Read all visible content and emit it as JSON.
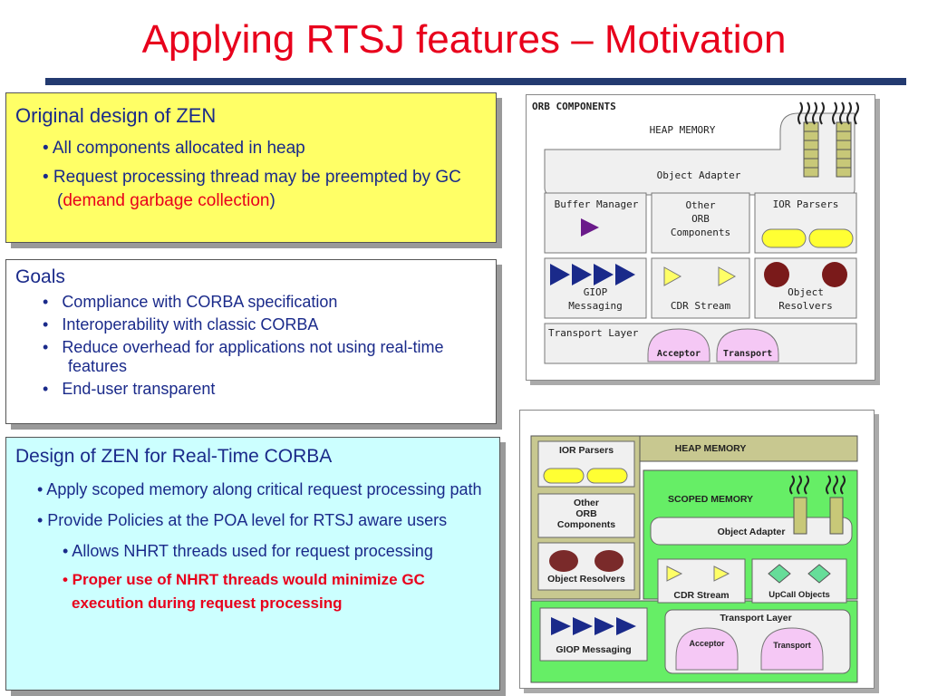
{
  "title": "Applying RTSJ features – Motivation",
  "box1": {
    "heading": "Original design of ZEN",
    "bullets": [
      "• All components allocated in heap",
      "• Request processing thread may be preempted by GC ("
    ],
    "red_text": "demand garbage collection",
    "close_paren": ")"
  },
  "box2": {
    "heading": "Goals",
    "bullets": [
      "Compliance with CORBA specification",
      "Interoperability with classic CORBA",
      "Reduce overhead for applications not using real-time features",
      "End-user transparent"
    ]
  },
  "box3": {
    "heading": "Design of ZEN for Real-Time CORBA",
    "bullets": [
      "• Apply scoped memory along critical request processing path",
      "• Provide Policies at the POA level for RTSJ aware users"
    ],
    "sub_bullet": "• Allows NHRT threads used for request processing",
    "red_bullet": "• Proper use of NHRT threads would minimize GC execution during request processing"
  },
  "fig1": {
    "title": "ORB COMPONENTS",
    "heap": "HEAP MEMORY",
    "object_adapter": "Object Adapter",
    "buffer_manager": "Buffer Manager",
    "other_orb": "Other\nORB\nComponents",
    "ior_parsers": "IOR Parsers",
    "giop": "GIOP\nMessaging",
    "cdr": "CDR Stream",
    "object_resolvers": "Object\nResolvers",
    "transport_layer": "Transport Layer",
    "acceptor": "Acceptor",
    "transport": "Transport"
  },
  "fig2": {
    "heap": "HEAP MEMORY",
    "ior_parsers": "IOR Parsers",
    "other_orb": "Other\nORB\nComponents",
    "object_resolvers": "Object Resolvers",
    "scoped": "SCOPED MEMORY",
    "object_adapter": "Object Adapter",
    "cdr": "CDR Stream",
    "upcall": "UpCall Objects",
    "transport_layer": "Transport Layer",
    "acceptor": "Acceptor",
    "transport": "Transport",
    "giop": "GIOP Messaging"
  },
  "colors": {
    "title": "#e8001c",
    "rule": "#233a70",
    "box1_bg": "#ffff66",
    "box3_bg": "#ccffff",
    "scoped_green": "#66ee66",
    "heap_olive": "#c8c890"
  }
}
